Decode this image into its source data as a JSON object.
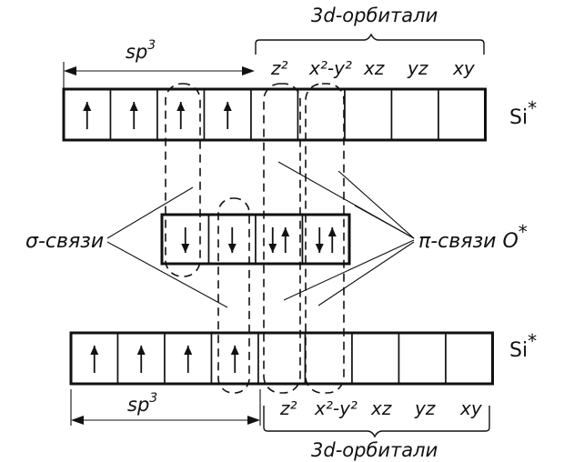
{
  "top_row": {
    "atom_label": "Si",
    "atom_superscript": "*",
    "hybrid_label": "sp",
    "hybrid_superscript": "3",
    "d_label": "3d-орбитали",
    "orbital_labels": [
      "z²",
      "x²-y²",
      "xz",
      "yz",
      "xy"
    ],
    "cells": [
      "up",
      "up",
      "up",
      "up",
      "",
      "",
      "",
      "",
      ""
    ]
  },
  "middle_row": {
    "cells": [
      "down",
      "down",
      "downup",
      "downup"
    ]
  },
  "bottom_row": {
    "atom_label": "Si",
    "atom_superscript": "*",
    "hybrid_label": "sp",
    "hybrid_superscript": "3",
    "d_label": "3d-орбитали",
    "orbital_labels": [
      "z²",
      "x²-y²",
      "xz",
      "yz",
      "xy"
    ],
    "cells": [
      "up",
      "up",
      "up",
      "up",
      "",
      "",
      "",
      "",
      ""
    ]
  },
  "labels": {
    "sigma_bonds": "σ-связи",
    "pi_bonds": "π-связи O",
    "pi_superscript": "*"
  }
}
